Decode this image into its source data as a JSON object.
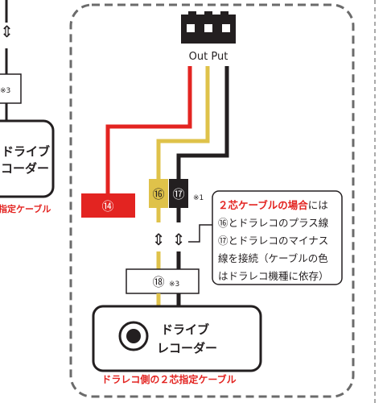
{
  "connector_label": "Out Put",
  "left_panel": {
    "device_line1": "ドライブ",
    "device_line2": "レコーダー",
    "note_mark": "※3",
    "cable_caption": "指定ケーブル"
  },
  "terminals": {
    "t14": "⑭",
    "t16": "⑯",
    "t17": "⑰",
    "t17_note": "※1",
    "t18": "⑱",
    "t18_note": "※3"
  },
  "connector_symbol": "⇕",
  "callout": {
    "line1_red": "２芯ケーブルの場合",
    "line1_rest": "には",
    "line2": "⑯とドラレコのプラス線",
    "line3": "⑰とドラレコのマイナス",
    "line4": "線を接続（ケーブルの色",
    "line5": "はドラレコ機種に依存）"
  },
  "device": {
    "line1": "ドライブ",
    "line2": "レコーダー"
  },
  "bottom_caption": "ドラレコ側の２芯指定ケーブル",
  "colors": {
    "red": "#e32421",
    "yellow": "#dfc24a",
    "black": "#231f20",
    "gray": "#666666"
  }
}
